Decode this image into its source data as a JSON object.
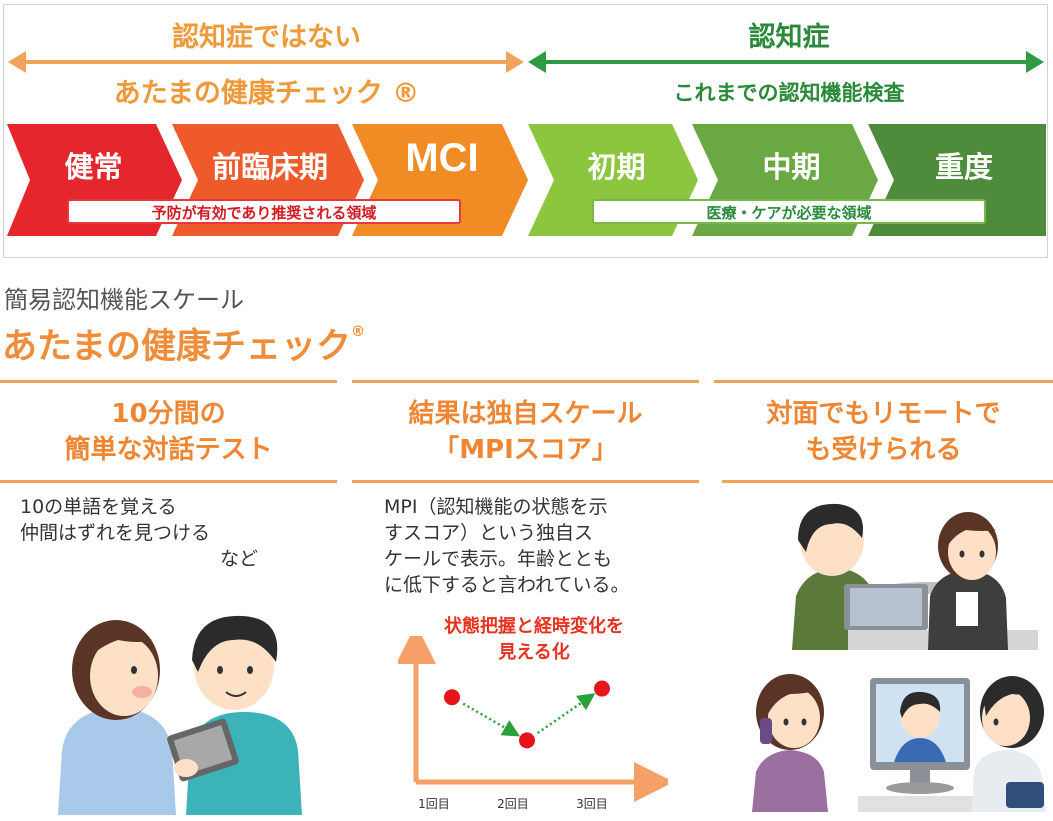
{
  "banner": {
    "label_not_dementia": "認知症ではない",
    "label_check_name": "あたまの健康チェック ®",
    "label_dementia": "認知症",
    "label_conventional_exam": "これまでの認知機能検査",
    "stages": [
      "健常",
      "前臨床期",
      "MCI",
      "初期",
      "中期",
      "重度"
    ],
    "pill_prevention": "予防が有効であり推奨される領域",
    "pill_care": "医療・ケアが必要な領域",
    "colors": {
      "orange_arrow": "#f0a45a",
      "green_arrow": "#2e9a44",
      "stage_1": "#e5272d",
      "stage_2": "#ee5a2a",
      "stage_3": "#f18b24",
      "stage_4": "#8cc63f",
      "stage_5": "#6aa843",
      "stage_6": "#4e8b3b"
    }
  },
  "heading": {
    "subtitle": "簡易認知機能スケール",
    "title": "あたまの健康チェック",
    "reg": "®"
  },
  "columns": [
    {
      "title_line1": "10分間の",
      "title_line2": "簡単な対話テスト",
      "text_line1": "10の単語を覚える",
      "text_line2": "仲間はずれを見つける",
      "text_line3": "など"
    },
    {
      "title_line1": "結果は独自スケール",
      "title_line2": "「MPIスコア」",
      "text_line1": "MPI（認知機能の状態を示",
      "text_line2": "すスコア）という独自ス",
      "text_line3": "ケールで表示。年齢ととも",
      "text_line4": "に低下すると言われている。"
    },
    {
      "title_line1": "対面でもリモートで",
      "title_line2": "も受けられる"
    }
  ],
  "chart_caption": {
    "line1": "状態把握と経時変化を",
    "line2": "見える化"
  },
  "chart_data": {
    "type": "line",
    "categories": [
      "1回目",
      "2回目",
      "3回目"
    ],
    "values": [
      3,
      1,
      3.4
    ],
    "title": "",
    "xlabel": "",
    "ylabel": "",
    "ylim": [
      0,
      5
    ],
    "grid": false,
    "line_style": "dotted-arrow",
    "colors": {
      "point": "#e8141c",
      "line": "#2aa13a",
      "axis": "#f4a066"
    }
  }
}
